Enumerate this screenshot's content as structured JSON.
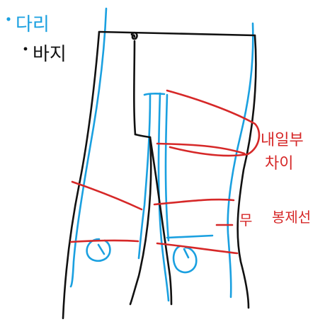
{
  "legend": {
    "leg_label": "다리",
    "pants_label": "바지"
  },
  "annotations": {
    "inner_thigh_diff_line1": "내일부",
    "inner_thigh_diff_line2": "차이",
    "side_seam_line1": "무",
    "side_seam_line2": "봉제선"
  },
  "colors": {
    "leg": "#1aa0e0",
    "pants": "#111111",
    "markup": "#d62828",
    "background": "#ffffff"
  }
}
